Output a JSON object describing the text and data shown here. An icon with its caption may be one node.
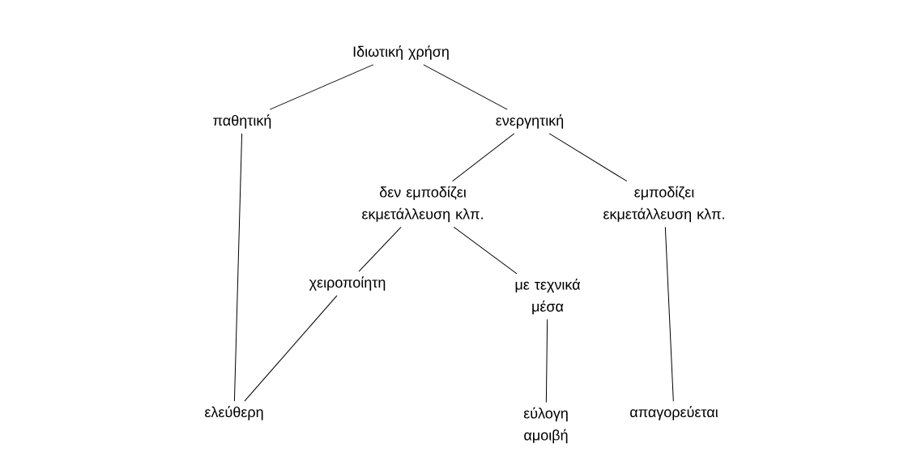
{
  "diagram": {
    "nodes": [
      {
        "text": [
          "Ιδιωτική χρήση"
        ]
      },
      {
        "text": [
          "παθητική"
        ]
      },
      {
        "text": [
          "ενεργητική"
        ]
      },
      {
        "text": [
          "δεν εμποδίζει εκμετάλλευση κλπ."
        ]
      },
      {
        "text": [
          "εμποδίζει εκμετάλλευση κλπ."
        ]
      },
      {
        "text": [
          "χειροποίητη"
        ]
      },
      {
        "text": [
          "με τεχνικά μέσα"
        ]
      },
      {
        "text": [
          "ελεύθερη"
        ]
      },
      {
        "text": [
          "εύλογη αμοιβή"
        ]
      },
      {
        "text": [
          "απαγορεύεται"
        ]
      }
    ],
    "edges": [
      {
        "from": 0,
        "to": 1,
        "arrow": "none"
      },
      {
        "from": 0,
        "to": 2,
        "arrow": "none"
      },
      {
        "from": 1,
        "to": 7,
        "arrow": "none"
      },
      {
        "from": 2,
        "to": 3,
        "arrow": "none"
      },
      {
        "from": 2,
        "to": 4,
        "arrow": "none"
      },
      {
        "from": 3,
        "to": 5,
        "arrow": "none"
      },
      {
        "from": 3,
        "to": 6,
        "arrow": "none"
      },
      {
        "from": 4,
        "to": 9,
        "arrow": "none"
      },
      {
        "from": 5,
        "to": 7,
        "arrow": "none"
      },
      {
        "from": 6,
        "to": 8,
        "arrow": "none"
      }
    ]
  }
}
